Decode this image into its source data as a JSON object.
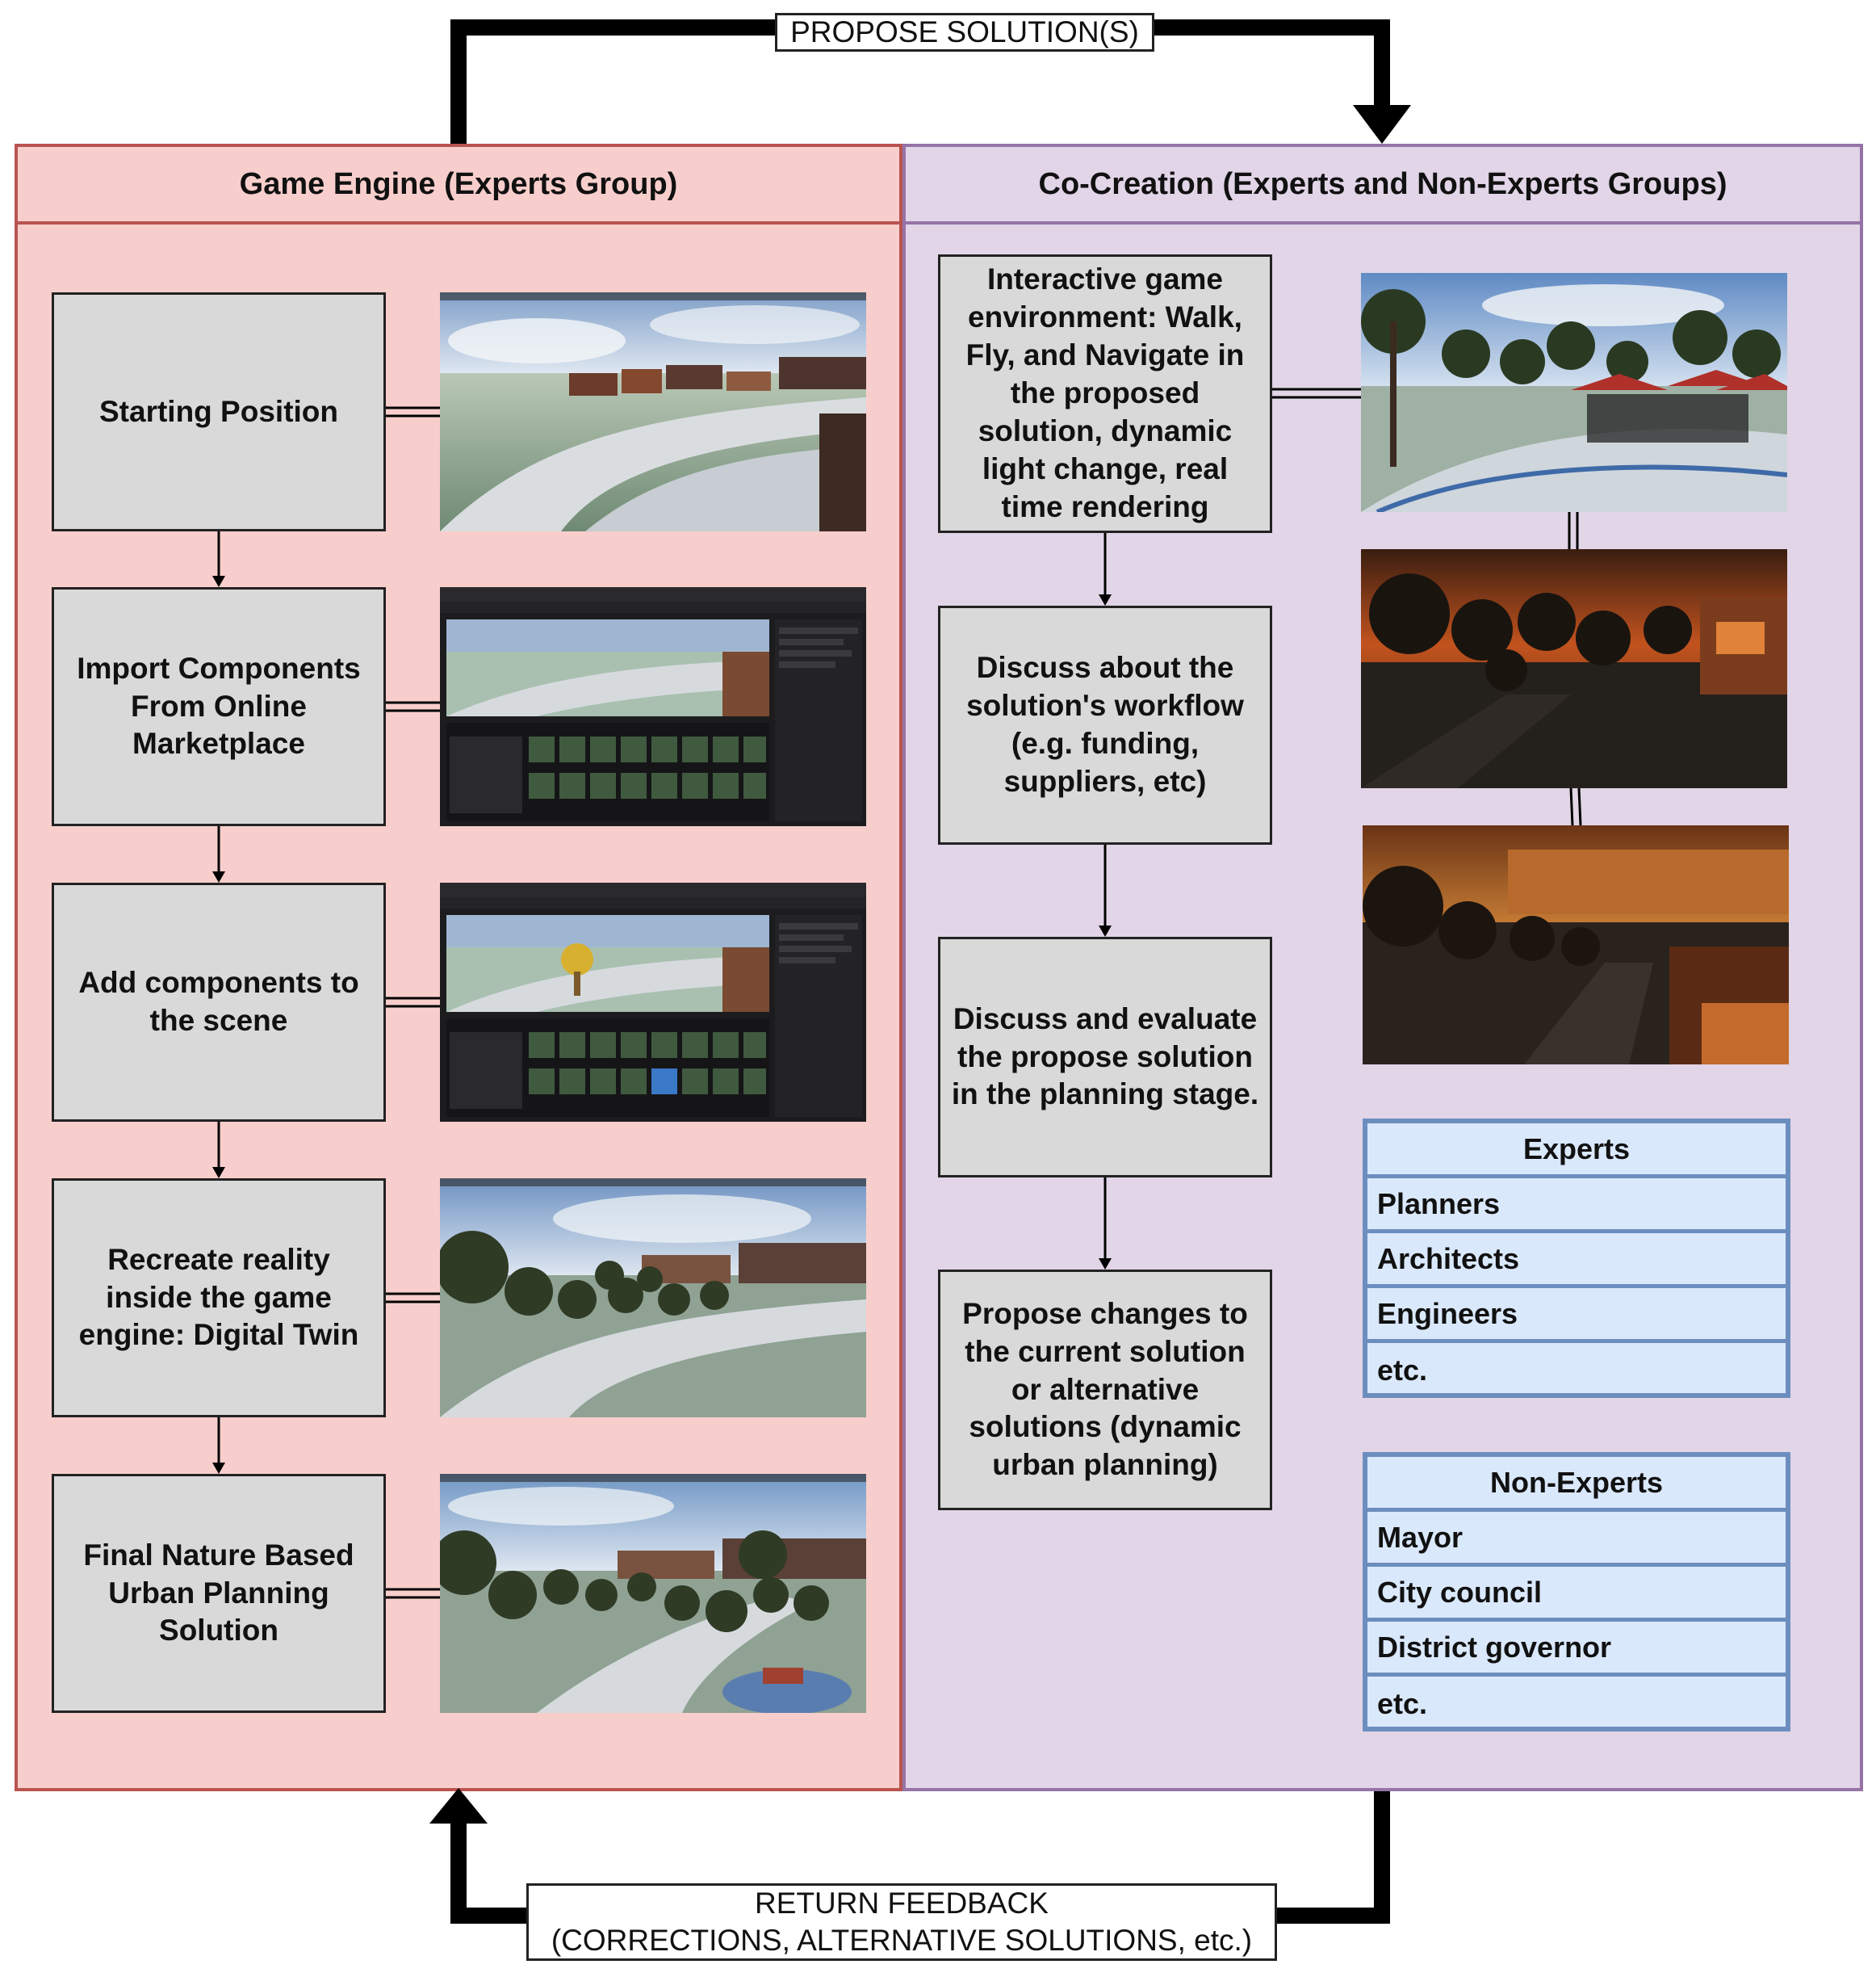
{
  "top_label": "PROPOSE SOLUTION(S)",
  "bottom_label_line1": "RETURN FEEDBACK",
  "bottom_label_line2": "(CORRECTIONS, ALTERNATIVE SOLUTIONS, etc.)",
  "left_panel": {
    "title": "Game Engine (Experts Group)",
    "steps": [
      {
        "text": "Starting Position"
      },
      {
        "text": "Import Components From Online Marketplace"
      },
      {
        "text": "Add components to the scene"
      },
      {
        "text": "Recreate reality inside the game engine: Digital Twin"
      },
      {
        "text": "Final Nature Based Urban Planning Solution"
      }
    ]
  },
  "right_panel": {
    "title": "Co-Creation (Experts and Non-Experts Groups)",
    "steps": [
      {
        "text": "Interactive game environment: Walk, Fly, and Navigate in the proposed solution, dynamic light change, real time rendering"
      },
      {
        "text": "Discuss about the solution's workflow (e.g. funding, suppliers, etc)"
      },
      {
        "text": "Discuss and evaluate the propose solution in the planning stage."
      },
      {
        "text": "Propose changes to the current solution or alternative solutions (dynamic urban planning)"
      }
    ],
    "experts": {
      "title": "Experts",
      "items": [
        "Planners",
        "Architects",
        "Engineers",
        "etc."
      ]
    },
    "non_experts": {
      "title": "Non-Experts",
      "items": [
        "Mayor",
        "City council",
        "District governor",
        "etc."
      ]
    }
  }
}
